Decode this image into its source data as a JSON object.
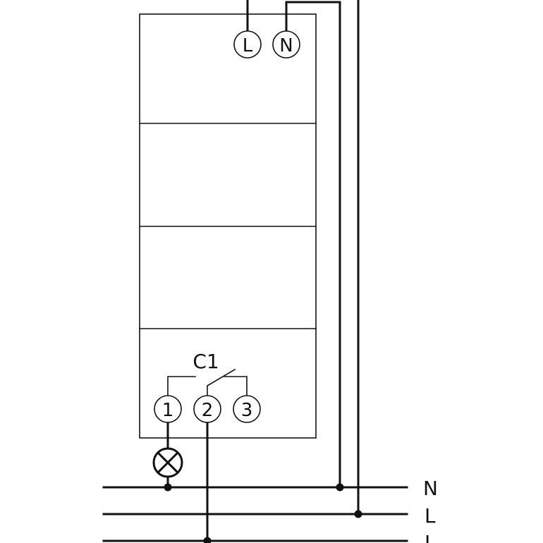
{
  "device": {
    "supply_terminals": [
      "L",
      "N"
    ],
    "contact_label": "C1",
    "contact_terminals": [
      "1",
      "2",
      "3"
    ]
  },
  "bus": {
    "labels": [
      "N",
      "L",
      "L"
    ]
  },
  "colors": {
    "line": "#111111",
    "background": "#ffffff"
  }
}
